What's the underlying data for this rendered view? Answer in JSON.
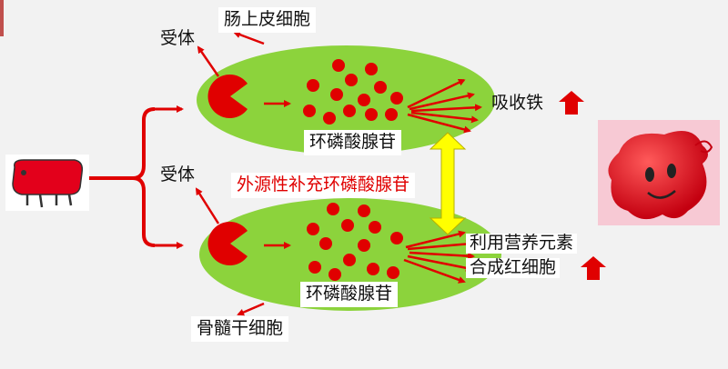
{
  "colors": {
    "background": "#f2f2f2",
    "cell": "#8cd33c",
    "arrow": "#e00000",
    "dot": "#e00000",
    "receptor": "#e00000",
    "double_arrow": "#ffff00",
    "highlight_text": "#e00000"
  },
  "labels": {
    "intestinal_cell": "肠上皮细胞",
    "receptor_top": "受体",
    "receptor_bottom": "受体",
    "camp_top": "环磷酸腺苷",
    "camp_bottom": "环磷酸腺苷",
    "iron_absorption": "吸收铁",
    "exogenous_camp": "外源性补充环磷酸腺苷",
    "use_nutrients": "利用营养元素",
    "make_rbc": "合成红细胞",
    "bone_marrow_cell": "骨髓干细胞"
  },
  "icons": {
    "source": "red-cartoon-character-icon",
    "result": "red-blood-drop-mascot-icon",
    "up_arrow": "red-up-arrow-icon"
  }
}
